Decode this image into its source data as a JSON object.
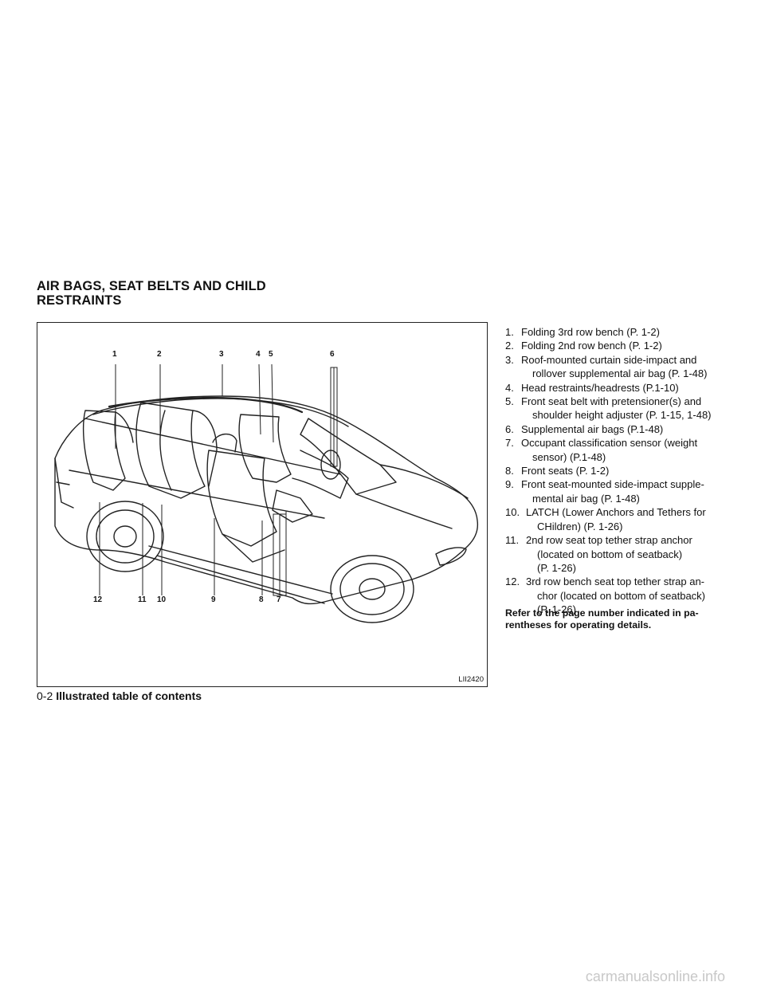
{
  "heading": {
    "line1": "AIR BAGS, SEAT BELTS AND CHILD",
    "line2": "RESTRAINTS"
  },
  "figure": {
    "code": "LII2420",
    "callouts": [
      "1",
      "2",
      "3",
      "4",
      "5",
      "6",
      "7",
      "8",
      "9",
      "10",
      "11",
      "12"
    ]
  },
  "items": [
    {
      "num": "1.",
      "lines": [
        "Folding 3rd row bench (P. 1-2)"
      ]
    },
    {
      "num": "2.",
      "lines": [
        "Folding 2nd row bench (P. 1-2)"
      ]
    },
    {
      "num": "3.",
      "lines": [
        "Roof-mounted curtain side-impact and",
        "rollover supplemental air bag (P. 1-48)"
      ]
    },
    {
      "num": "4.",
      "lines": [
        "Head restraints/headrests (P.1-10)"
      ]
    },
    {
      "num": "5.",
      "lines": [
        "Front seat belt with pretensioner(s) and",
        "shoulder height adjuster (P. 1-15, 1-48)"
      ]
    },
    {
      "num": "6.",
      "lines": [
        "Supplemental air bags (P.1-48)"
      ]
    },
    {
      "num": "7.",
      "lines": [
        "Occupant classification sensor (weight",
        "sensor) (P.1-48)"
      ]
    },
    {
      "num": "8.",
      "lines": [
        "Front seats (P. 1-2)"
      ]
    },
    {
      "num": "9.",
      "lines": [
        "Front seat-mounted side-impact supple-",
        "mental air bag (P. 1-48)"
      ]
    },
    {
      "num": "10.",
      "lines": [
        "LATCH (Lower Anchors and Tethers for",
        "CHildren) (P. 1-26)"
      ]
    },
    {
      "num": "11.",
      "lines": [
        "2nd row seat top tether strap anchor",
        "(located on bottom of seatback)",
        "(P. 1-26)"
      ]
    },
    {
      "num": "12.",
      "lines": [
        "3rd row bench seat top tether strap an-",
        "chor (located on bottom of seatback)",
        "(P. 1-26)"
      ]
    }
  ],
  "note": "Refer to the page number indicated in pa-rentheses for operating details.",
  "note_lines": [
    "Refer to the page number indicated in pa-",
    "rentheses for operating details."
  ],
  "footer": {
    "page": "0-2",
    "title": "Illustrated table of contents"
  },
  "watermark": "carmanualsonline.info"
}
